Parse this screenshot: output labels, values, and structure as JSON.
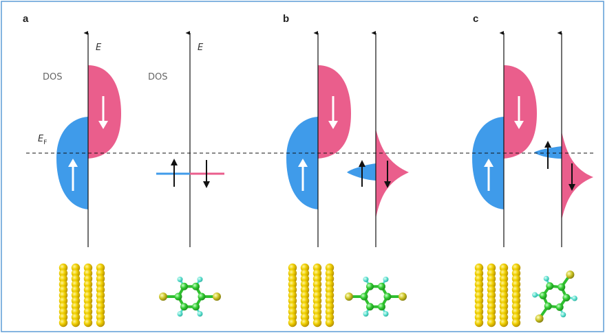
{
  "figure": {
    "panels": [
      {
        "label": "a"
      },
      {
        "label": "b"
      },
      {
        "label": "c"
      }
    ],
    "energy_axis_label": "E",
    "dos_label": "DOS",
    "fermi_label": {
      "main": "E",
      "sub": "F"
    }
  },
  "colors": {
    "spin_up": "#3f9bea",
    "spin_down": "#ea5e8c",
    "arrow_dark": "#111111",
    "arrow_light": "#ffffff",
    "gold_atom": "#e2c000",
    "carbon_atom": "#33cc33",
    "hydrogen_atom": "#55ddcc",
    "frame_border": "#5b9bd5"
  },
  "icons": {
    "up_arrow": "spin-up-arrow-icon",
    "down_arrow": "spin-down-arrow-icon",
    "gold_slab": "gold-electrode-icon",
    "molecule": "benzene-molecule-icon"
  }
}
